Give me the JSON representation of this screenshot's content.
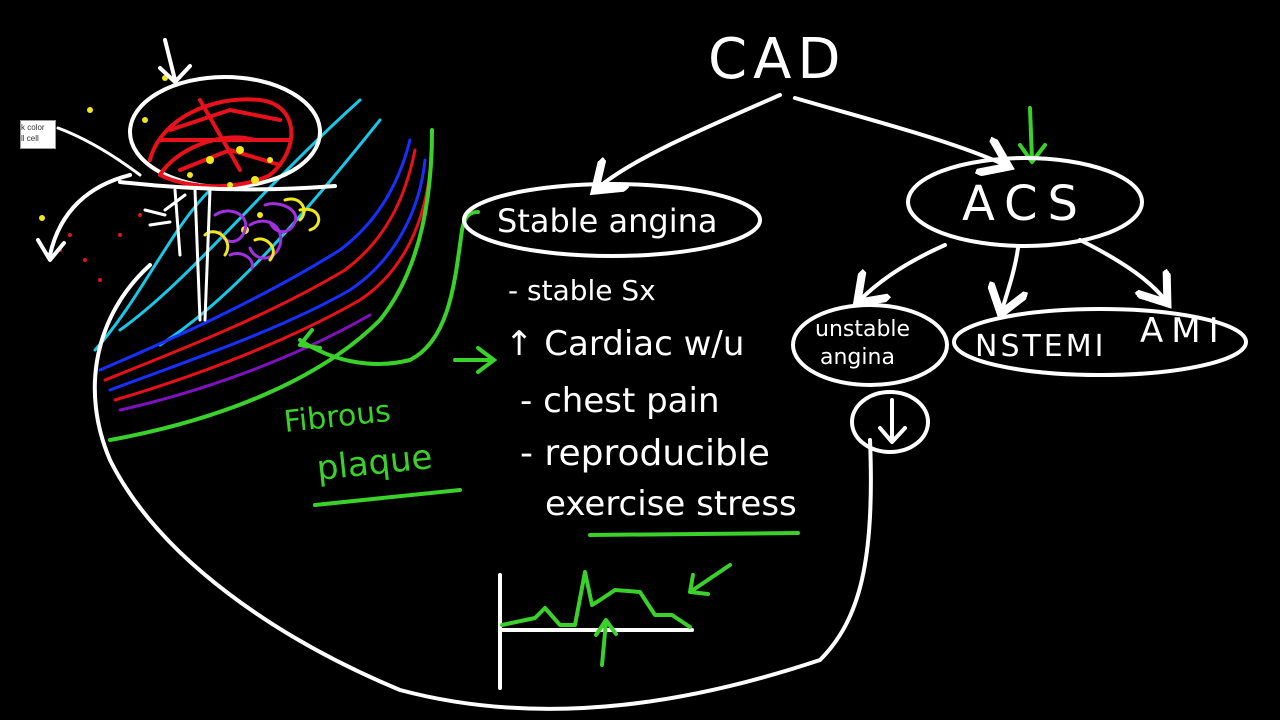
{
  "tooltip": {
    "line1": "k color",
    "line2": "ll cell"
  },
  "diagram": {
    "root": "CAD",
    "stable_angina": "Stable angina",
    "acs": "ACS",
    "unstable_angina": "unstable angina",
    "nstemi": "NSTEMI",
    "ami": "AMI",
    "stable_list": [
      "- stable Sx",
      "↑ Cardiac w/u",
      "- chest pain",
      "- reproducible",
      "exercise stress"
    ],
    "fibrous_plaque_line1": "Fibrous",
    "fibrous_plaque_line2": "plaque"
  },
  "colors": {
    "background": "#000000",
    "chalk_white": "#ffffff",
    "green": "#3ad12a",
    "red": "#e8101a",
    "blue": "#1830ff",
    "cyan": "#18c8e8",
    "yellow": "#f0e818",
    "purple": "#a030e0"
  },
  "icons": [
    "down-arrow-icon",
    "pointer-arrow-icon"
  ]
}
